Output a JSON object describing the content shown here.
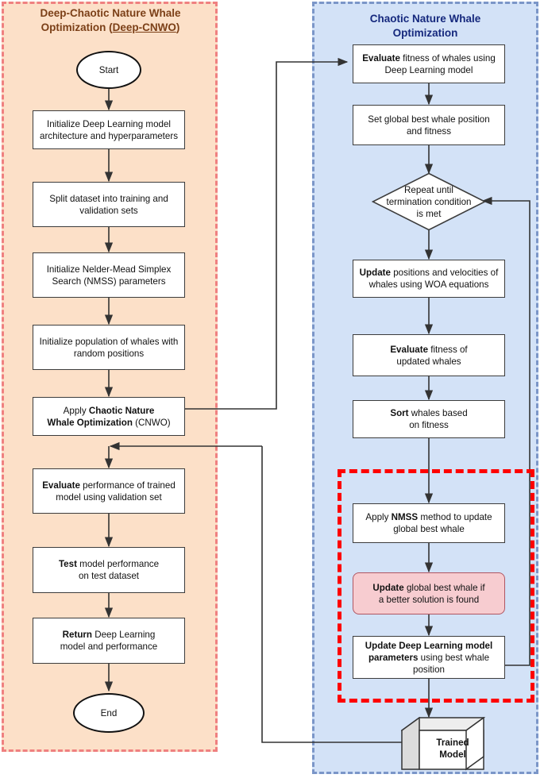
{
  "panels": {
    "left": {
      "title_line1": "Deep-Chaotic Nature Whale",
      "title_line2_pre": "Optimization (",
      "title_line2_underlined": "Deep-CNWO",
      "title_line2_post": ")",
      "color": "#fce0c8",
      "border_color": "#ef8080"
    },
    "right": {
      "title_line1": "Chaotic Nature Whale",
      "title_line2": "Optimization",
      "color": "#d3e2f7",
      "border_color": "#7b96c8"
    },
    "nmss_region": {
      "border_color": "#fe0000"
    }
  },
  "left_flow": [
    {
      "id": "start",
      "type": "terminal",
      "text": "Start"
    },
    {
      "id": "init-dl",
      "type": "process",
      "line1": "Initialize Deep Learning model",
      "line2": "architecture and hyperparameters"
    },
    {
      "id": "split-dataset",
      "type": "process",
      "line1": "Split dataset into training and",
      "line2": "validation sets"
    },
    {
      "id": "init-nmss",
      "type": "process",
      "line1": "Initialize Nelder-Mead Simplex",
      "line2": "Search (NMSS) parameters"
    },
    {
      "id": "init-whales",
      "type": "process",
      "line1": "Initialize population of whales with",
      "line2": "random positions"
    },
    {
      "id": "apply-cnwo",
      "type": "process",
      "line1_plain": "Apply ",
      "line1_bold": "Chaotic Nature",
      "line2_bold": "Whale Optimization",
      "line2_plain": " (CNWO)"
    },
    {
      "id": "evaluate-perf",
      "type": "process",
      "line1_bold": "Evaluate",
      "line1_plain": " performance of trained",
      "line2": "model using validation set"
    },
    {
      "id": "test-model",
      "type": "process",
      "line1_bold": "Test",
      "line1_plain": " model performance",
      "line2": "on test dataset"
    },
    {
      "id": "return-model",
      "type": "process",
      "line1_bold": "Return",
      "line1_plain": " Deep Learning",
      "line2": "model and performance"
    },
    {
      "id": "end",
      "type": "terminal",
      "text": "End"
    }
  ],
  "right_flow": [
    {
      "id": "evaluate-fitness",
      "type": "process",
      "line1_bold": "Evaluate",
      "line1_plain": " fitness of whales using",
      "line2": "Deep Learning model"
    },
    {
      "id": "set-global-best",
      "type": "process",
      "line1": "Set global best whale position",
      "line2": "and fitness"
    },
    {
      "id": "repeat-until",
      "type": "decision",
      "line1": "Repeat until",
      "line2": "termination condition",
      "line3": "is met"
    },
    {
      "id": "update-positions",
      "type": "process",
      "line1_bold": "Update",
      "line1_plain": " positions and velocities of",
      "line2": "whales using WOA equations"
    },
    {
      "id": "evaluate-updated",
      "type": "process",
      "line1_bold": "Evaluate",
      "line1_plain": " fitness of",
      "line2": "updated whales"
    },
    {
      "id": "sort-whales",
      "type": "process",
      "line1_bold": "Sort",
      "line1_plain": " whales based",
      "line2": "on fitness"
    },
    {
      "id": "apply-nmss",
      "type": "process",
      "line1_plain_a": "Apply ",
      "line1_bold": "NMSS",
      "line1_plain_b": " method to update",
      "line2": "global best whale"
    },
    {
      "id": "update-global-best",
      "type": "highlight",
      "line1_bold": "Update",
      "line1_plain": " global best whale if",
      "line2": "a better solution is found"
    },
    {
      "id": "update-dl-params",
      "type": "process",
      "line1_bold": "Update Deep Learning model",
      "line2_bold": "parameters",
      "line2_plain": " using best whale",
      "line3": "position"
    }
  ],
  "artifact": {
    "id": "trained-model",
    "line1": "Trained",
    "line2": "Model"
  }
}
